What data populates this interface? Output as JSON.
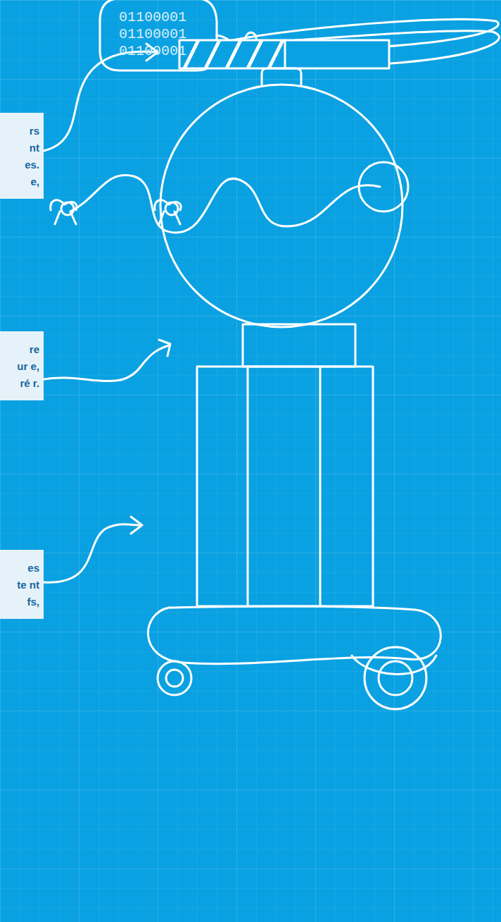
{
  "diagram": {
    "nodes": [
      {
        "text": [
          "01100001 01100001 01100001"
        ]
      },
      {
        "text": [
          "rs nt es. e,"
        ]
      },
      {
        "text": [
          "re ur e, ré r."
        ]
      },
      {
        "text": [
          "es te nt fs,"
        ]
      }
    ]
  }
}
